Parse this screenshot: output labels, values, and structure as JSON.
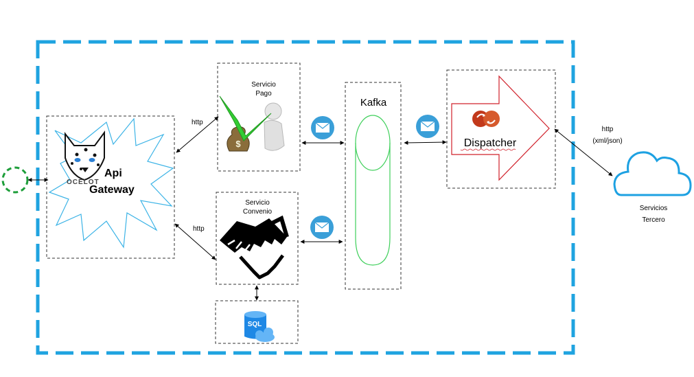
{
  "api_gateway": {
    "line1": "Api",
    "line2": "Gateway",
    "logo_text": "OCELOT"
  },
  "servicio_pago": {
    "line1": "Servicio",
    "line2": "Pago"
  },
  "servicio_convenio": {
    "line1": "Servicio",
    "line2": "Convenio"
  },
  "kafka": {
    "label": "Kafka"
  },
  "dispatcher": {
    "label": "Dispatcher"
  },
  "database": {
    "label": "SQL"
  },
  "servicios_tercero": {
    "line1": "Servicios",
    "line2": "Tercero"
  },
  "connections": {
    "gateway_pago": "http",
    "gateway_convenio": "http",
    "dispatcher_tercero_line1": "http",
    "dispatcher_tercero_line2": "(xml/json)"
  },
  "icons": {
    "client": "client-circle-icon",
    "ocelot": "ocelot-logo-icon",
    "payment": "money-bag-checkmark-icon",
    "handshake": "handshake-icon",
    "message": "envelope-icon",
    "queue": "cylinder-icon",
    "dispatcher": "refresh-icon",
    "sql": "sql-database-icon",
    "cloud": "cloud-icon"
  },
  "colors": {
    "boundary": "#1fa3e0",
    "starburst": "#3bb3e6",
    "client_circle": "#1e9e3a",
    "kafka_cylinder": "#3ecf5a",
    "arrow_shape": "#d0202a",
    "envelope": "#3a9fd8",
    "cloud": "#1da1e2",
    "checkmark": "#33cc33",
    "dispatcher_icon": "#c2391b",
    "sql": "#1e88e5"
  }
}
